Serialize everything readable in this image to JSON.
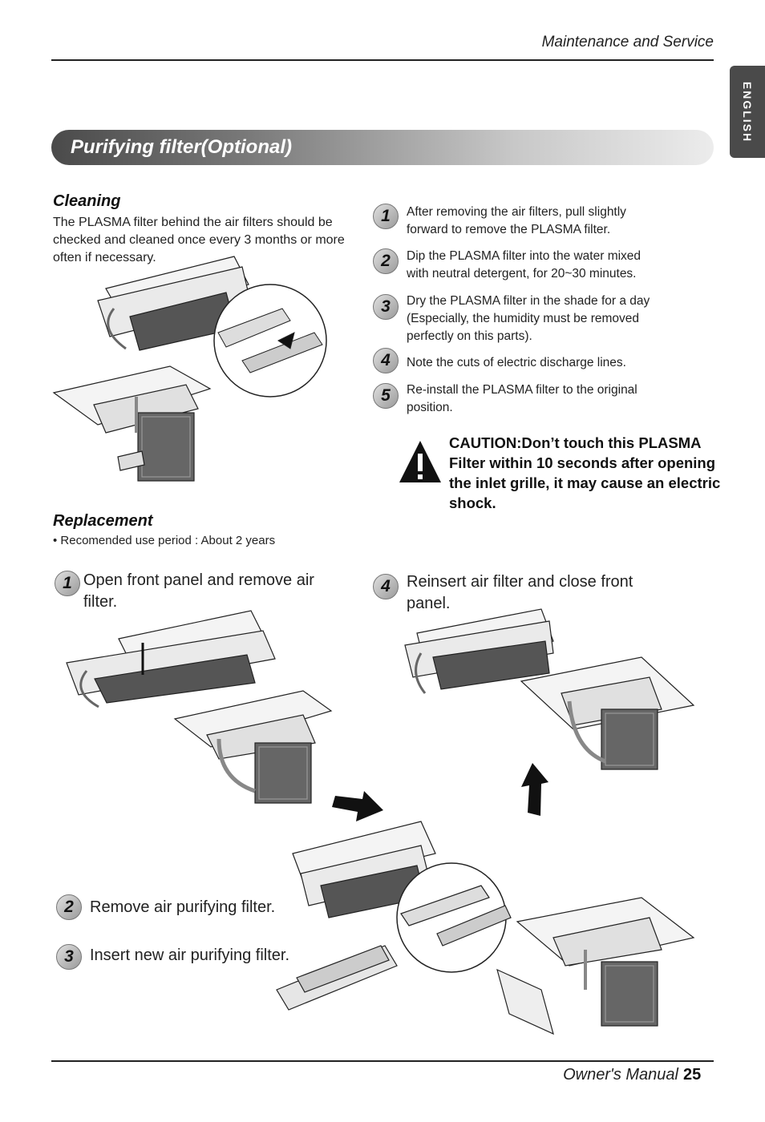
{
  "header": {
    "section": "Maintenance and Service"
  },
  "language_tab": "ENGLISH",
  "banner_title": "Purifying filter(Optional)",
  "cleaning": {
    "heading": "Cleaning",
    "text": "The PLASMA filter behind the air filters should be checked and cleaned once every 3 months or more often if necessary.",
    "steps": [
      {
        "num": "1",
        "text": "After removing the air filters, pull slightly forward to remove the PLASMA filter."
      },
      {
        "num": "2",
        "text": "Dip the PLASMA filter into the water mixed with neutral detergent, for 20~30 minutes."
      },
      {
        "num": "3",
        "text": "Dry the PLASMA filter in the shade for a day (Especially, the humidity must be removed perfectly on this parts)."
      },
      {
        "num": "4",
        "text": "Note the cuts of electric discharge lines."
      },
      {
        "num": "5",
        "text": "Re-install the PLASMA filter to the original position."
      }
    ],
    "caution": "CAUTION:Don’t touch this PLASMA Filter within 10 seconds after opening the inlet grille, it may cause an electric shock."
  },
  "replacement": {
    "heading": "Replacement",
    "note": "• Recomended use period : About 2 years",
    "steps": [
      {
        "num": "1",
        "text": "Open front panel and remove air filter."
      },
      {
        "num": "2",
        "text": "Remove air purifying filter."
      },
      {
        "num": "3",
        "text": "Insert new air purifying filter."
      },
      {
        "num": "4",
        "text": "Reinsert air filter and close front panel."
      }
    ]
  },
  "footer": {
    "label": "Owner's Manual",
    "page": "25"
  }
}
